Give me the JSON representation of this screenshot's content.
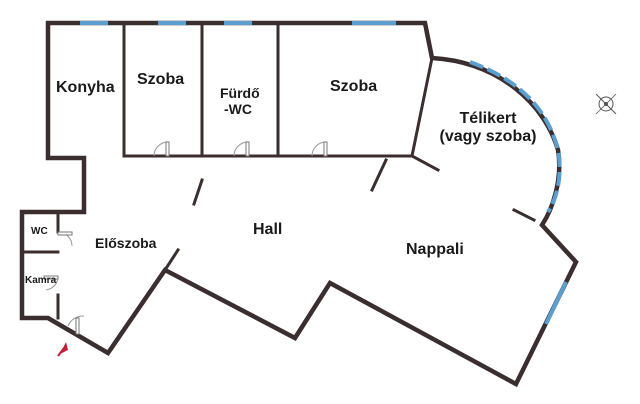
{
  "rooms": {
    "konyha": "Konyha",
    "szoba1": "Szoba",
    "furdo_line1": "Fürdő",
    "furdo_line2": "-WC",
    "szoba2": "Szoba",
    "telikert_line1": "Télikert",
    "telikert_line2": "(vagy szoba)",
    "hall": "Hall",
    "nappali": "Nappali",
    "eloszoba": "Előszoba",
    "wc": "WC",
    "kamra": "Kamra"
  },
  "colors": {
    "wall": "#3a2e2e",
    "window": "#5a9fd0",
    "entrance_arrow": "#c0203a"
  },
  "icons": {
    "compass": "compass-icon",
    "entrance": "entrance-arrow-icon"
  }
}
